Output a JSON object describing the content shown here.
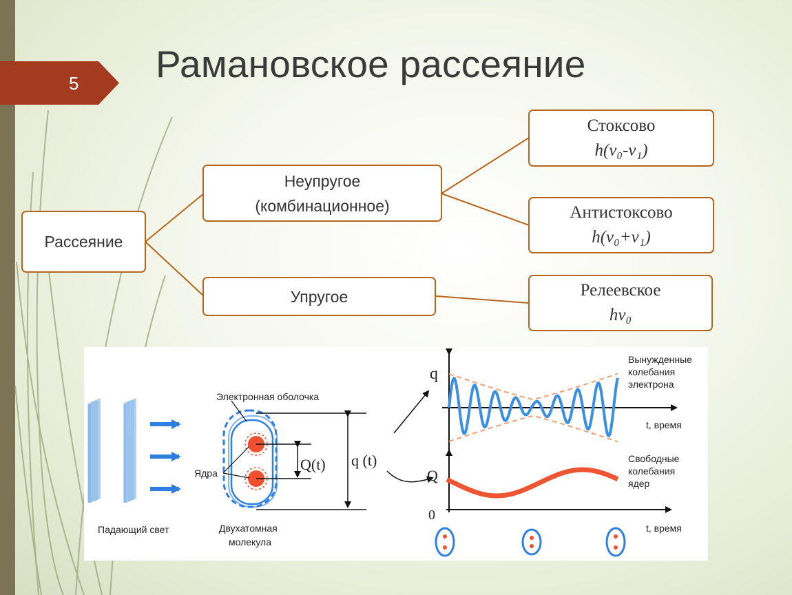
{
  "slide": {
    "number": "5",
    "title": "Рамановское рассеяние"
  },
  "tree": {
    "root": "Рассеяние",
    "inelastic": {
      "line1": "Неупругое",
      "line2": "(комбинационное)"
    },
    "elastic": "Упругое",
    "stokes": {
      "name": "Стоксово",
      "formula": "h(ν₀-ν₁)"
    },
    "antistokes": {
      "name": "Антистоксово",
      "formula": "h(ν₀+ν₁)"
    },
    "rayleigh": {
      "name": "Релеевское",
      "formula": "hν₀"
    }
  },
  "diagram": {
    "incident_light": "Падающий свет",
    "molecule_line1": "Двухатомная",
    "molecule_line2": "молекула",
    "shell": "Электронная оболочка",
    "nuclei": "Ядра",
    "Q_t": "Q(t)",
    "q_t": "q (t)",
    "top_axis_y": "q",
    "time_axis_1": "t, время",
    "forced_line1": "Вынужденные",
    "forced_line2": "колебания",
    "forced_line3": "электрона",
    "bottom_axis_y": "Q",
    "origin": "0",
    "time_axis_2": "t, время",
    "free_line1": "Свободные",
    "free_line2": "колебания",
    "free_line3": "ядер"
  },
  "colors": {
    "accent": "#b5651d",
    "tab": "#a43a1e",
    "electron_wave": "#3a8fe0",
    "envelope": "#f0a070",
    "nucleus_wave": "#ee5533",
    "nucleus": "#f05030"
  }
}
